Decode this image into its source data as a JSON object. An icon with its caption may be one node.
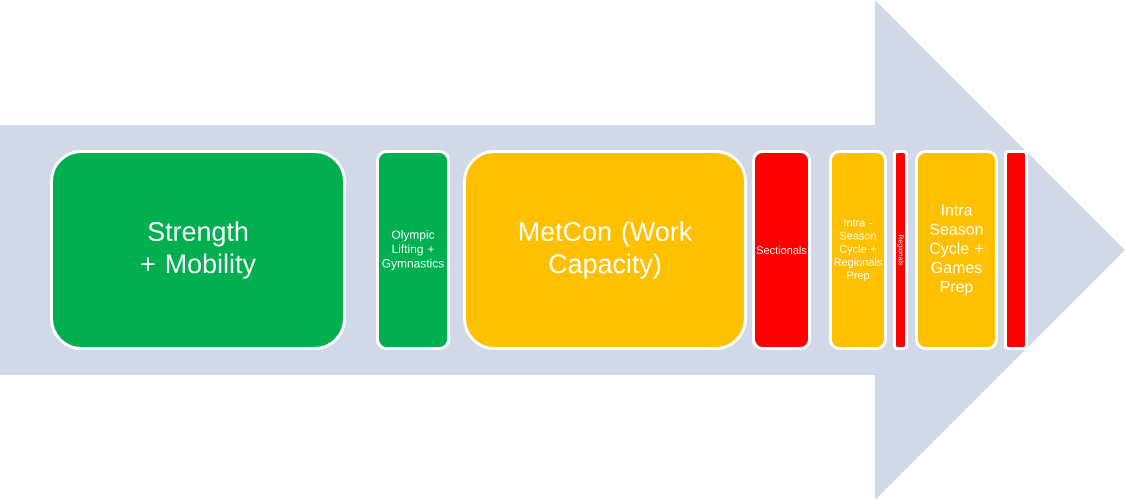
{
  "diagram": {
    "nodes": [
      {
        "text": [],
        "shape": "arrow"
      },
      {
        "text": [
          "Strength + Mobility"
        ],
        "in": 0
      },
      {
        "text": [
          "Olympic Lifting + Gymnastics"
        ],
        "in": 0
      },
      {
        "text": [
          "MetCon (Work Capacity)"
        ],
        "in": 0
      },
      {
        "text": [
          "Sectionals"
        ],
        "in": 0
      },
      {
        "text": [
          "Intra - Season Cycle + Regionals Prep"
        ],
        "in": 0
      },
      {
        "text": [
          "Regionals"
        ],
        "in": 0
      },
      {
        "text": [
          "Intra Season Cycle + Games Prep"
        ],
        "in": 0
      },
      {
        "text": [],
        "shape": "box",
        "in": 0
      }
    ]
  }
}
